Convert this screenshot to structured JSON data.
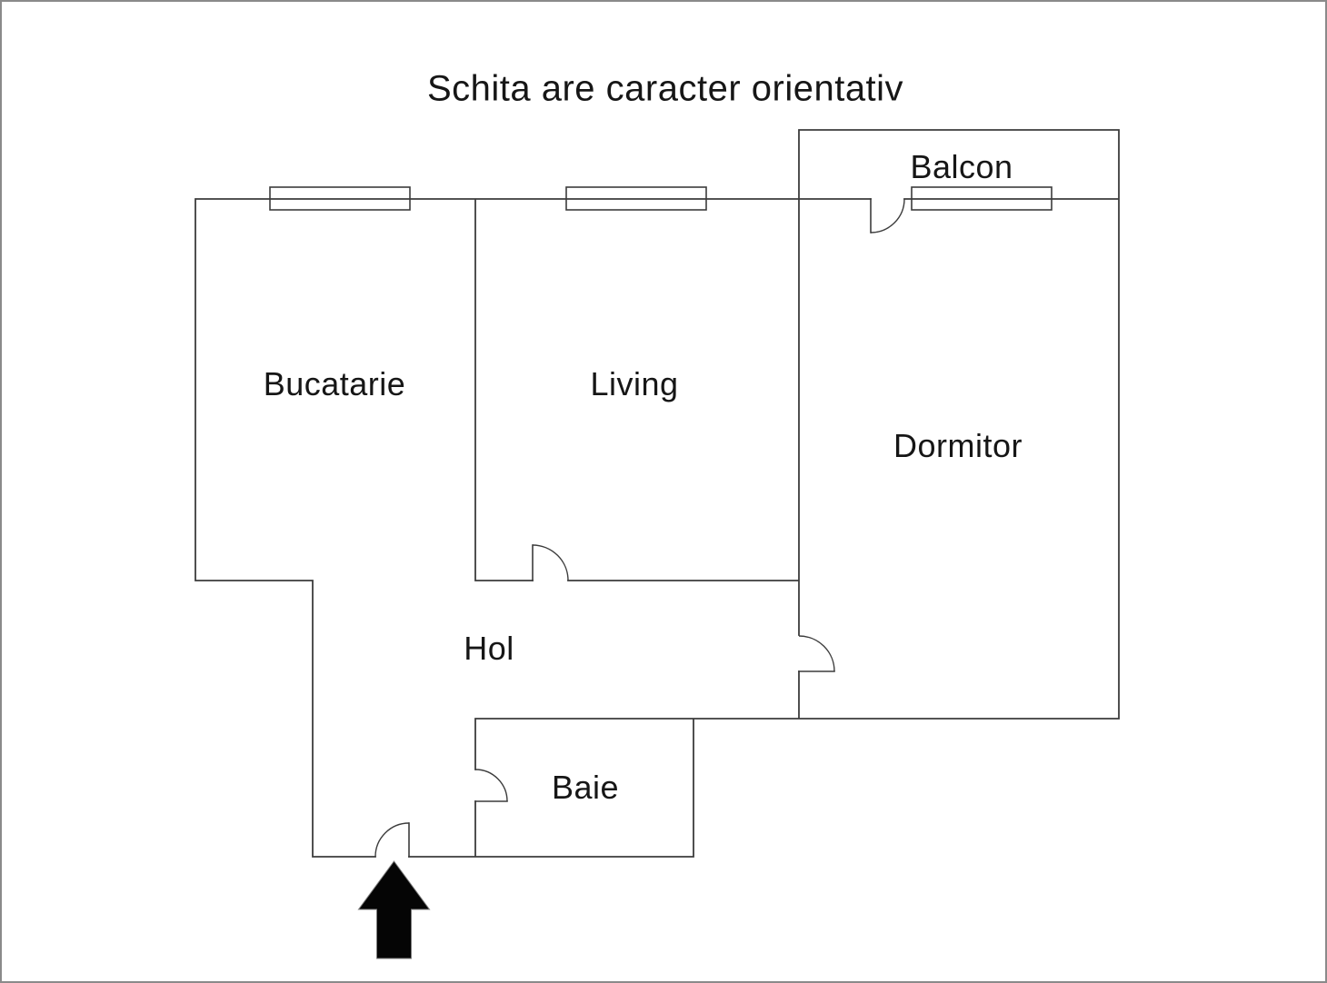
{
  "title": "Schita are caracter orientativ",
  "rooms": {
    "balcon": {
      "label": "Balcon"
    },
    "bucatarie": {
      "label": "Bucatarie"
    },
    "living": {
      "label": "Living"
    },
    "dormitor": {
      "label": "Dormitor"
    },
    "hol": {
      "label": "Hol"
    },
    "baie": {
      "label": "Baie"
    }
  },
  "icons": {
    "entrance_arrow": "up-arrow entrance indicator"
  },
  "colors": {
    "wall": "#3c3c3c",
    "text": "#161616",
    "arrow": "#050505",
    "page_border": "#8a8a8a",
    "background": "#ffffff"
  }
}
